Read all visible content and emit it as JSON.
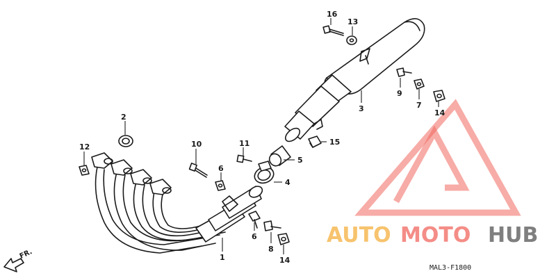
{
  "callouts": [
    {
      "id": "c16",
      "label": "16"
    },
    {
      "id": "c13",
      "label": "13"
    },
    {
      "id": "c3",
      "label": "3"
    },
    {
      "id": "c9",
      "label": "9"
    },
    {
      "id": "c7",
      "label": "7"
    },
    {
      "id": "c14a",
      "label": "14"
    },
    {
      "id": "c2",
      "label": "2"
    },
    {
      "id": "c12",
      "label": "12"
    },
    {
      "id": "c10",
      "label": "10"
    },
    {
      "id": "c11",
      "label": "11"
    },
    {
      "id": "c15",
      "label": "15"
    },
    {
      "id": "c6a",
      "label": "6"
    },
    {
      "id": "c5",
      "label": "5"
    },
    {
      "id": "c4",
      "label": "4"
    },
    {
      "id": "c6b",
      "label": "6"
    },
    {
      "id": "c1",
      "label": "1"
    },
    {
      "id": "c8",
      "label": "8"
    },
    {
      "id": "c14b",
      "label": "14"
    }
  ],
  "direction_label": "FR.",
  "diagram_code": "MAL3-F1800",
  "watermark": {
    "part_a": "AUTO",
    "part_b": "MOTO",
    "part_c": "HUB",
    "colors": {
      "orange": "#f6b54a",
      "red": "#f1675f",
      "gray": "#555555"
    }
  }
}
